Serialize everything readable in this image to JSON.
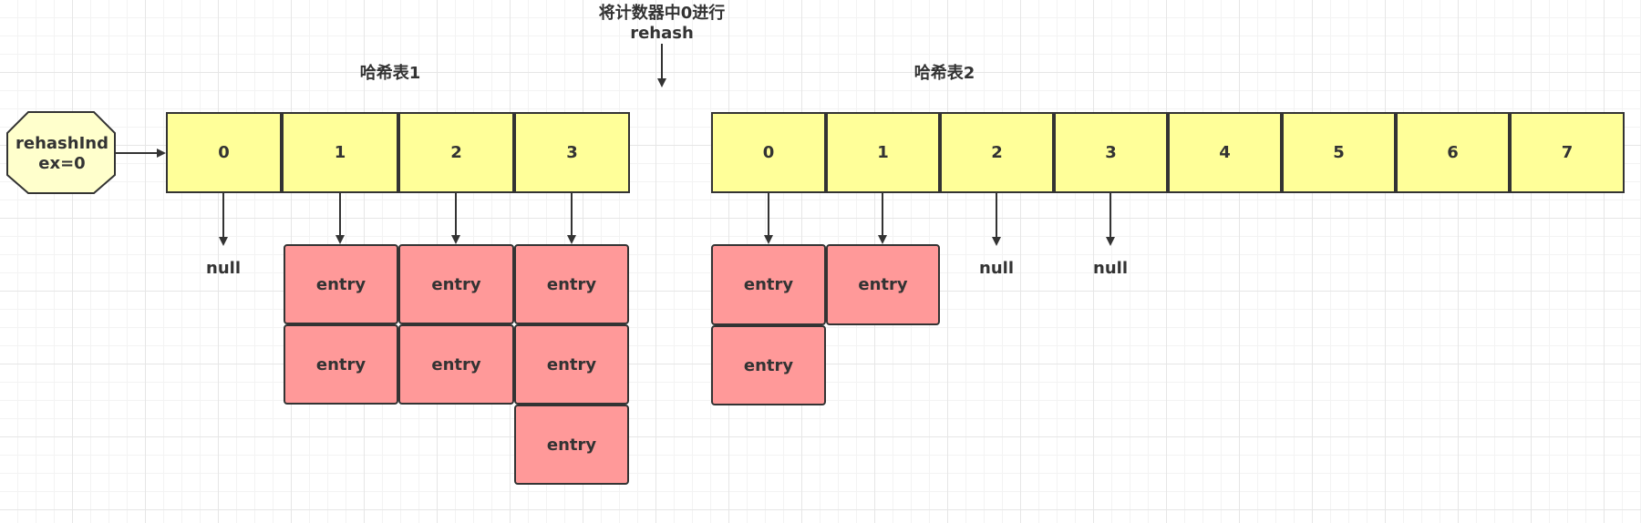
{
  "top_annotation": {
    "line1": "将计数器中0进行",
    "line2": "rehash"
  },
  "table1": {
    "title": "哈希表1",
    "slots": [
      "0",
      "1",
      "2",
      "3"
    ]
  },
  "table2": {
    "title": "哈希表2",
    "slots": [
      "0",
      "1",
      "2",
      "3",
      "4",
      "5",
      "6",
      "7"
    ]
  },
  "rehash_index": {
    "line1": "rehashInd",
    "line2": "ex=0"
  },
  "entry_label": "entry",
  "null_label": "null",
  "colors": {
    "slot_fill": "#ffff99",
    "entry_fill": "#ff9999",
    "octagon_fill": "#ffffcc",
    "stroke": "#333333"
  }
}
